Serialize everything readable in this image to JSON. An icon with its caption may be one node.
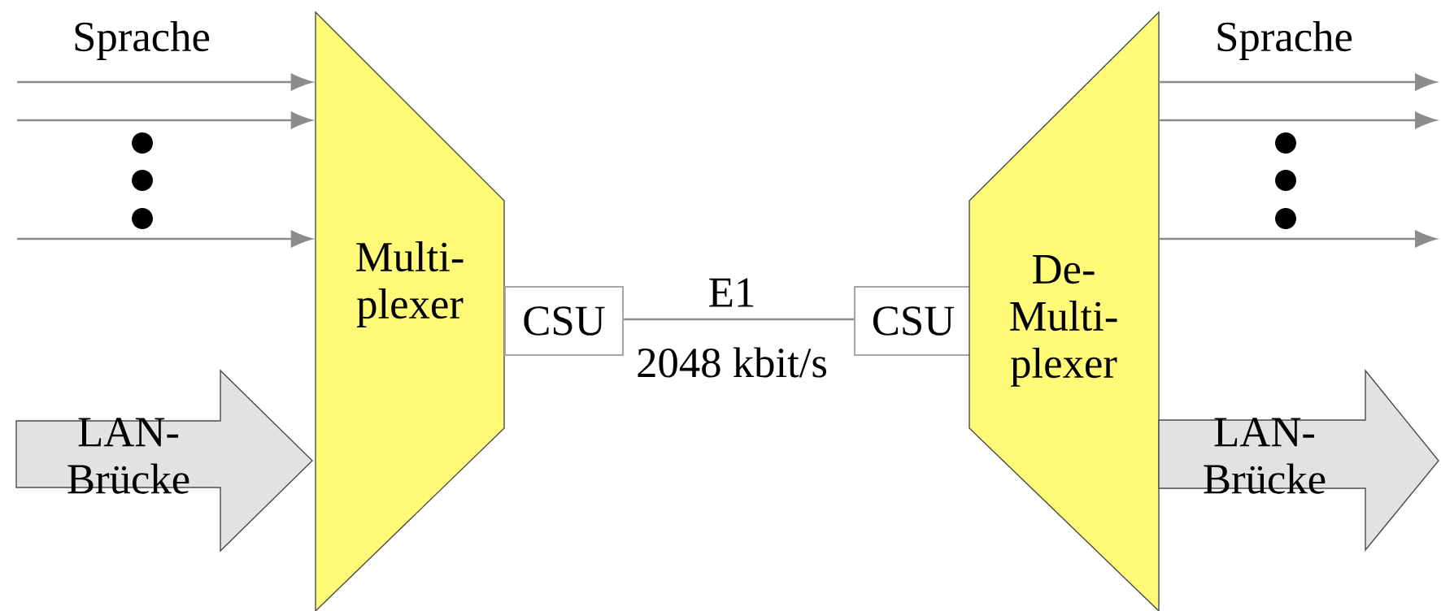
{
  "diagram": {
    "nodes": [
      {
        "text": [
          "Multi- plexer"
        ]
      },
      {
        "text": [
          "CSU"
        ]
      },
      {
        "text": [
          "CSU"
        ]
      },
      {
        "text": [
          "De- Multi- plexer"
        ]
      },
      {
        "text": [
          "LAN-Brücke"
        ]
      },
      {
        "text": [
          "LAN-Brücke"
        ]
      }
    ],
    "edges": [
      {
        "from": null,
        "to": 0,
        "arrow": "to"
      },
      {
        "from": null,
        "to": 0,
        "arrow": "to"
      },
      {
        "from": null,
        "to": 0,
        "arrow": "to"
      },
      {
        "from": 1,
        "to": 2,
        "arrow": "none",
        "label": "E1"
      },
      {
        "from": 3,
        "to": null,
        "arrow": "to"
      },
      {
        "from": 3,
        "to": null,
        "arrow": "to"
      },
      {
        "from": 3,
        "to": null,
        "arrow": "to"
      }
    ],
    "labels": [
      "Sprache",
      "Sprache",
      "2048 kbit/s"
    ]
  }
}
